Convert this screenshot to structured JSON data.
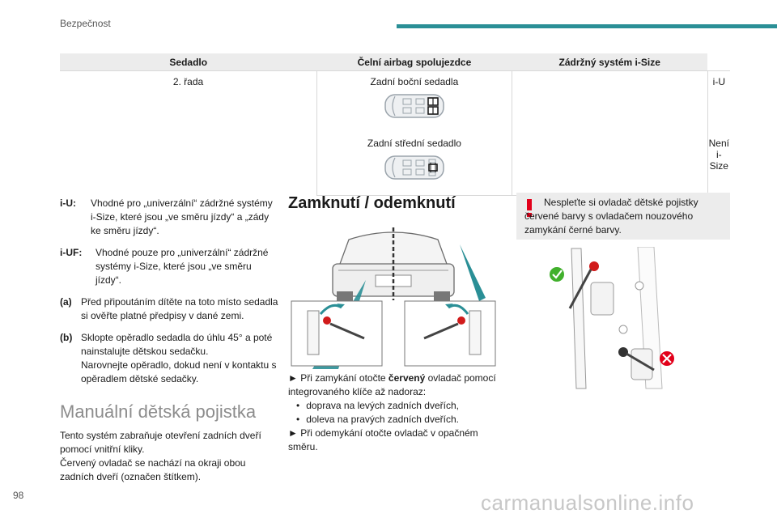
{
  "header": {
    "section": "Bezpečnost",
    "accent_color": "#2a8f96"
  },
  "table": {
    "headers": [
      "Sedadlo",
      "Čelní airbag spolujezdce",
      "Zádržný systém i-Size"
    ],
    "row_label": "2. řada",
    "rows": [
      {
        "seat": "Zadní boční sedadla",
        "isize": "i-U",
        "icon": "car-top-rear-side-seats-icon"
      },
      {
        "seat": "Zadní střední sedadlo",
        "isize": "Není i-Size",
        "icon": "car-top-rear-center-seat-icon"
      }
    ]
  },
  "definitions": [
    {
      "term": "i-U:",
      "text": "Vhodné pro „univerzální“ zádržné systémy i-Size, které jsou „ve směru jízdy“ a „zády ke směru jízdy“."
    },
    {
      "term": "i-UF:",
      "text": "Vhodné pouze pro „univerzální“ zádržné systémy i-Size, které jsou „ve směru jízdy“."
    },
    {
      "term": "(a)",
      "text": "Před připoutáním dítěte na toto místo sedadla si ověřte platné předpisy v dané zemi."
    },
    {
      "term": "(b)",
      "text": "Sklopte opěradlo sedadla do úhlu 45° a poté nainstalujte dětskou sedačku.",
      "text2": "Narovnejte opěradlo, dokud není v kontaktu s opěradlem dětské sedačky."
    }
  ],
  "manual": {
    "heading": "Manuální dětská pojistka",
    "text1": "Tento systém zabraňuje otevření zadních dveří pomocí vnitřní kliky.",
    "text2": "Červený ovladač se nachází na okraji obou zadních dveří (označen štítkem)."
  },
  "lock": {
    "heading": "Zamknutí / odemknutí",
    "p1_before": "► Při zamykání otočte ",
    "p1_bold": "červený",
    "p1_after": " ovladač pomocí integrovaného klíče až nadoraz:",
    "bullets": [
      "doprava na levých zadních dveřích,",
      "doleva na pravých zadních dveřích."
    ],
    "p2": "► Při odemykání otočte ovladač v opačném směru."
  },
  "warning": {
    "text": "Nespleťte si ovladač dětské pojistky červené barvy s ovladačem nouzového zamykání černé barvy.",
    "color": "#e2001a"
  },
  "page_number": "98",
  "watermark": "carmanualsonline.info"
}
